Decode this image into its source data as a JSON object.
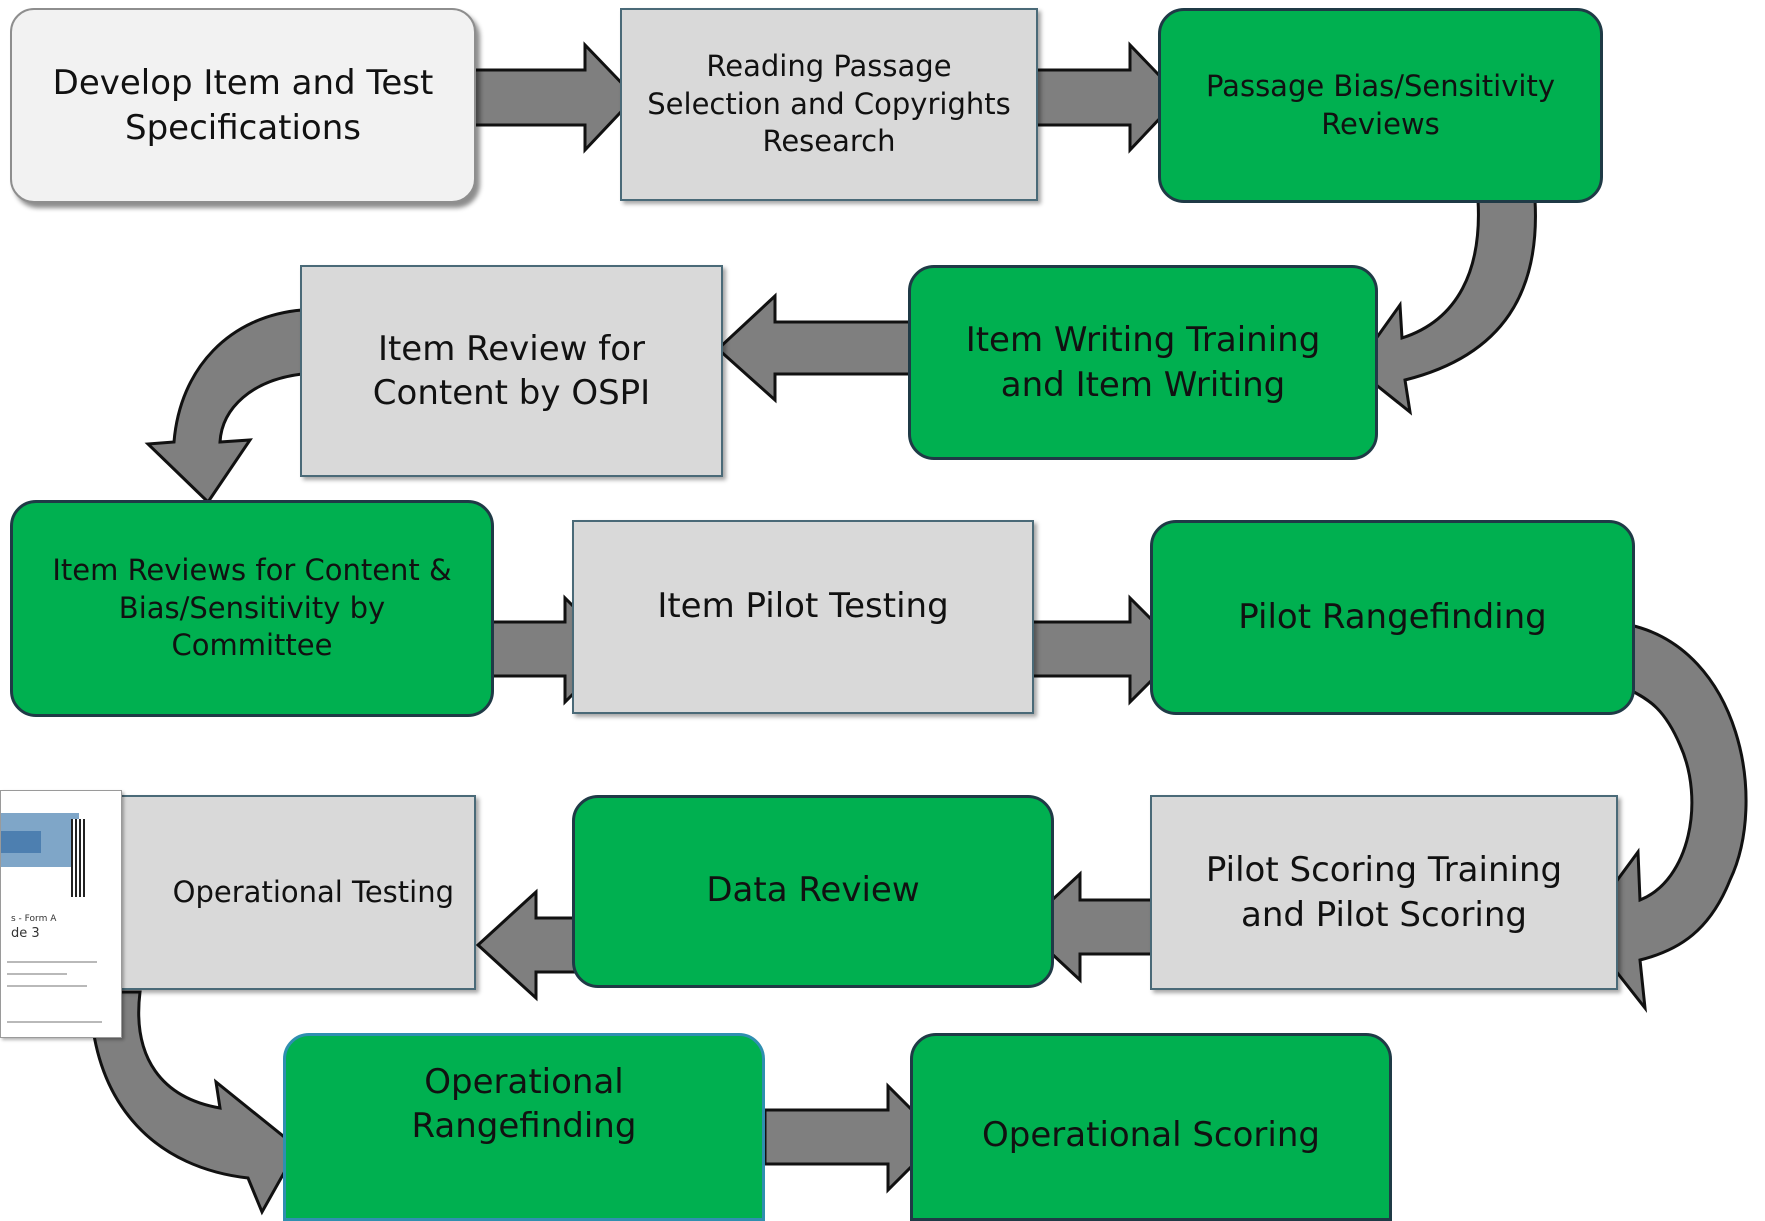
{
  "nodes": [
    {
      "id": "develop-specs",
      "label": "Develop Item and Test\nSpecifications",
      "fill": "#f2f2f2",
      "style": "white"
    },
    {
      "id": "passage-selection",
      "label": "Reading Passage\nSelection and Copyrights\nResearch",
      "fill": "#d9d9d9",
      "style": "grey"
    },
    {
      "id": "passage-bias",
      "label": "Passage Bias/Sensitivity\nReviews",
      "fill": "#00b050",
      "style": "green"
    },
    {
      "id": "item-writing",
      "label": "Item Writing Training\nand Item Writing",
      "fill": "#00b050",
      "style": "green"
    },
    {
      "id": "ospi-review",
      "label": "Item Review for\nContent by OSPI",
      "fill": "#d9d9d9",
      "style": "grey"
    },
    {
      "id": "committee-review",
      "label": "Item Reviews for Content &\nBias/Sensitivity by\nCommittee",
      "fill": "#00b050",
      "style": "green"
    },
    {
      "id": "pilot-testing",
      "label": "Item Pilot Testing",
      "fill": "#d9d9d9",
      "style": "grey"
    },
    {
      "id": "pilot-rangefinding",
      "label": "Pilot Rangefinding",
      "fill": "#00b050",
      "style": "green"
    },
    {
      "id": "pilot-scoring",
      "label": "Pilot Scoring Training\nand Pilot Scoring",
      "fill": "#d9d9d9",
      "style": "grey"
    },
    {
      "id": "data-review",
      "label": "Data Review",
      "fill": "#00b050",
      "style": "green"
    },
    {
      "id": "operational-testing",
      "label": "Operational Testing",
      "fill": "#d9d9d9",
      "style": "grey"
    },
    {
      "id": "operational-rangefinding",
      "label": "Operational\nRangefinding",
      "fill": "#00b050",
      "style": "green"
    },
    {
      "id": "operational-scoring",
      "label": "Operational Scoring",
      "fill": "#00b050",
      "style": "green"
    }
  ],
  "edges": [
    {
      "from": "develop-specs",
      "to": "passage-selection"
    },
    {
      "from": "passage-selection",
      "to": "passage-bias"
    },
    {
      "from": "passage-bias",
      "to": "item-writing"
    },
    {
      "from": "item-writing",
      "to": "ospi-review"
    },
    {
      "from": "ospi-review",
      "to": "committee-review"
    },
    {
      "from": "committee-review",
      "to": "pilot-testing"
    },
    {
      "from": "pilot-testing",
      "to": "pilot-rangefinding"
    },
    {
      "from": "pilot-rangefinding",
      "to": "pilot-scoring"
    },
    {
      "from": "pilot-scoring",
      "to": "data-review"
    },
    {
      "from": "data-review",
      "to": "operational-testing"
    },
    {
      "from": "operational-testing",
      "to": "operational-rangefinding"
    },
    {
      "from": "operational-rangefinding",
      "to": "operational-scoring"
    }
  ],
  "thumbnail": {
    "icon": "test-booklet-thumbnail",
    "text_1": "de 3",
    "text_2": "s - Form A"
  },
  "colors": {
    "green": "#00b050",
    "grey": "#d9d9d9",
    "arrow_fill": "#7f7f7f",
    "arrow_stroke": "#111111"
  }
}
